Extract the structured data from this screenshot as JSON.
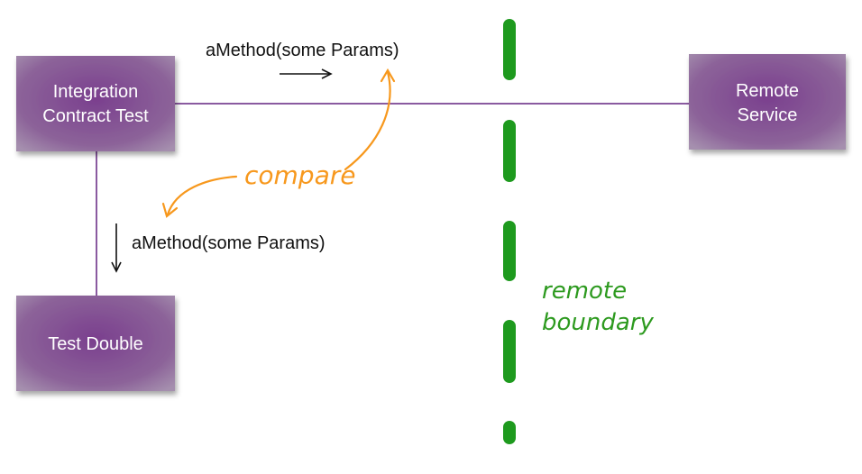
{
  "boxes": {
    "integration_test": {
      "line1": "Integration",
      "line2": "Contract Test"
    },
    "remote_service": {
      "line1": "Remote",
      "line2": "Service"
    },
    "test_double": {
      "label": "Test Double"
    }
  },
  "calls": {
    "to_remote": "aMethod(some Params)",
    "to_double": "aMethod(some Params)"
  },
  "annotations": {
    "compare": "compare",
    "boundary_line1": "remote",
    "boundary_line2": "boundary"
  },
  "colors": {
    "box": "#7b4a8a",
    "connector": "#8a5aa0",
    "boundary": "#1e9a1e",
    "compare": "#f7981d",
    "boundary_text": "#2d9a1f"
  }
}
